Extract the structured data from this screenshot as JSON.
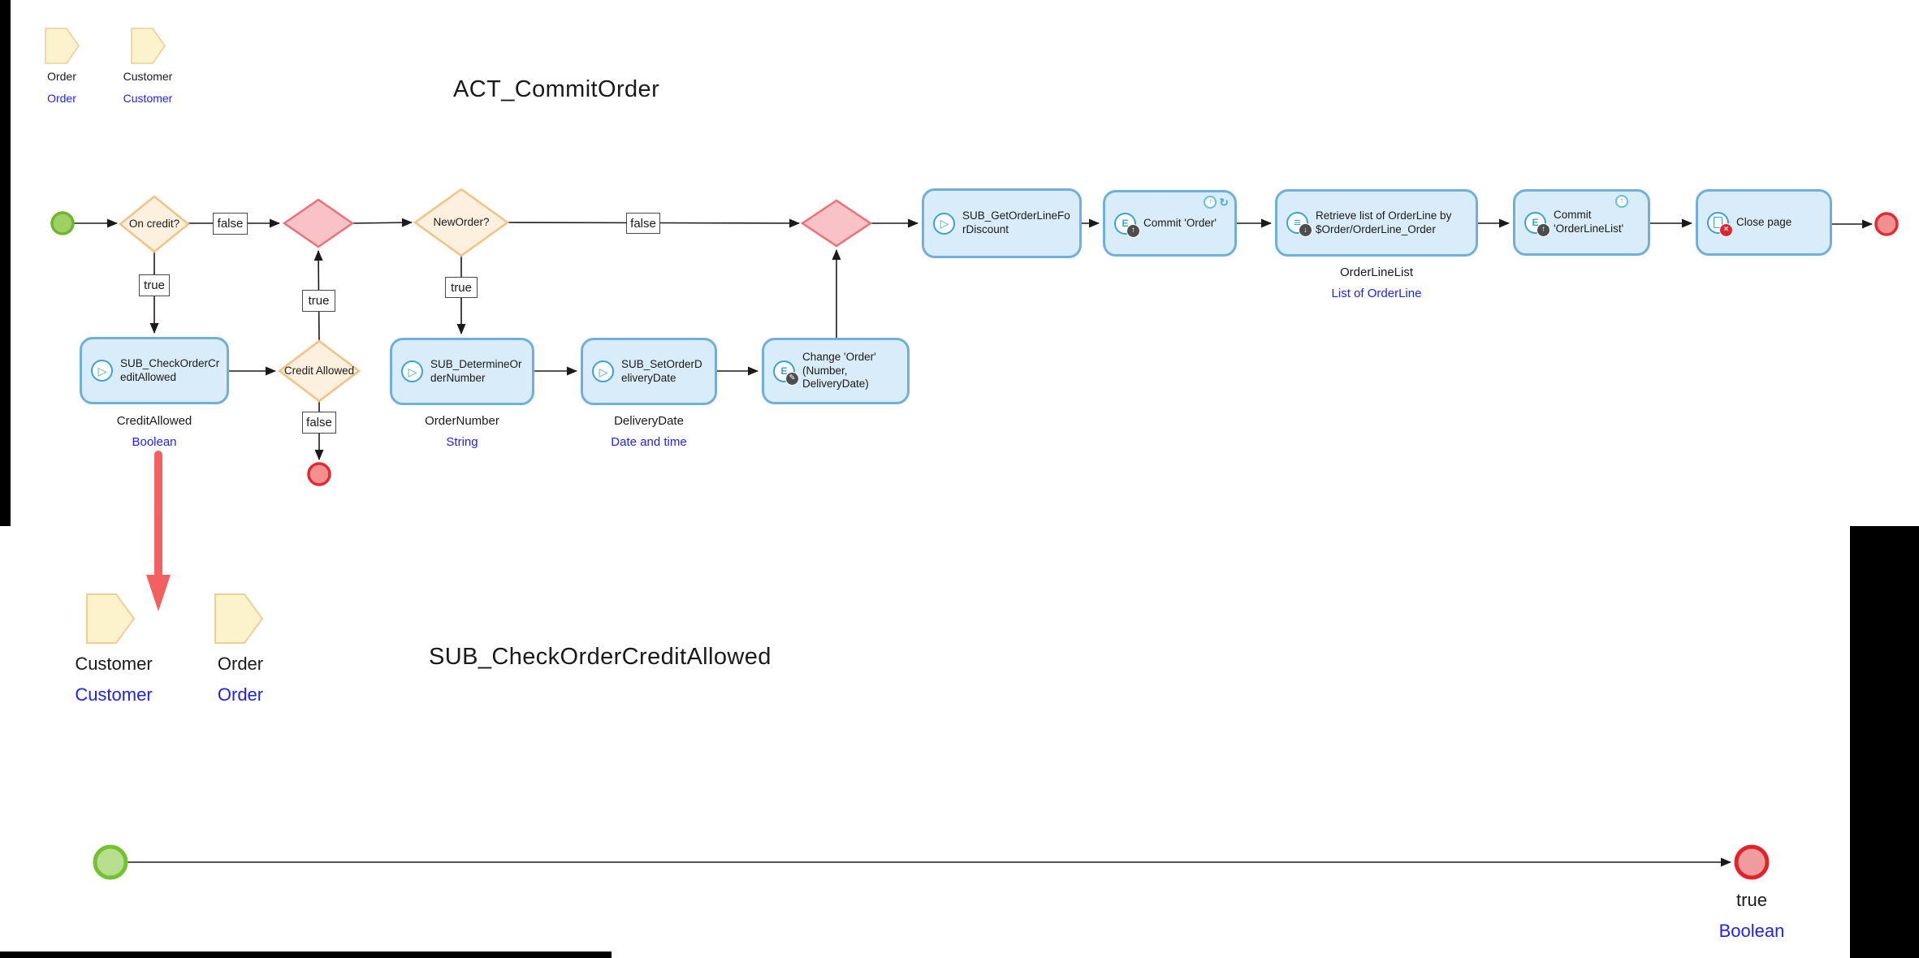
{
  "titles": {
    "top": "ACT_CommitOrder",
    "bottom": "SUB_CheckOrderCreditAllowed"
  },
  "icons": {
    "microflow_call": "▷",
    "entity": "E",
    "list": "≡",
    "arrow_up": "↑",
    "arrow_down": "↓",
    "pencil": "✎",
    "close_x": "✕",
    "refresh": "↻",
    "green_up": "↑"
  },
  "colors": {
    "line": "#1a1a1a",
    "activity_fill": "#D9ECF9",
    "activity_border": "#70AFDB",
    "decision_fill": "#FDF0DE",
    "decision_border": "#F3C183",
    "merge_fill": "#F8C2C6",
    "merge_border": "#ED7078",
    "start_fill": "#9ED161",
    "start_border": "#6FB52E",
    "end_fill": "#F2908F",
    "end_border": "#E02B30",
    "param_fill": "#FCF2CB",
    "param_border": "#EDCF9A",
    "icon_blue": "#3BA0DB",
    "badge_gray": "#4D4D4D",
    "badge_red": "#E02330",
    "green_arrow": "#7CBD31",
    "type_text": "#2121F3",
    "annotation_arrow": "#F14B4B"
  },
  "top_flow": {
    "parameters": [
      {
        "name": "Order",
        "type": "Order"
      },
      {
        "name": "Customer",
        "type": "Customer"
      }
    ],
    "decisions": {
      "on_credit": "On credit?",
      "new_order": "NewOrder?",
      "credit_allowed": "Credit Allowed"
    },
    "edge_labels": {
      "on_credit_false": "false",
      "on_credit_true": "true",
      "credit_true": "true",
      "credit_false": "false",
      "new_order_true": "true",
      "new_order_false": "false"
    },
    "activities": {
      "sub_check": {
        "label": "SUB_CheckOrderCreditAllowed",
        "caption": {
          "name": "CreditAllowed",
          "type": "Boolean"
        }
      },
      "sub_determine": {
        "label": "SUB_DetermineOrderNumber",
        "caption": {
          "name": "OrderNumber",
          "type": "String"
        }
      },
      "sub_set_delivery": {
        "label": "SUB_SetOrderDeliveryDate",
        "caption": {
          "name": "DeliveryDate",
          "type": "Date and time"
        }
      },
      "change_order": {
        "label": "Change 'Order' (Number, DeliveryDate)"
      },
      "sub_get_orderline": {
        "label": "SUB_GetOrderLineForDiscount"
      },
      "commit_order": {
        "label": "Commit 'Order'"
      },
      "retrieve_orderlines": {
        "label": "Retrieve list of OrderLine by $Order/OrderLine_Order",
        "caption": {
          "name": "OrderLineList",
          "type": "List of OrderLine"
        }
      },
      "commit_orderlinelist": {
        "label": "Commit 'OrderLineList'"
      },
      "close_page": {
        "label": "Close page"
      }
    }
  },
  "bottom_flow": {
    "parameters": [
      {
        "name": "Customer",
        "type": "Customer"
      },
      {
        "name": "Order",
        "type": "Order"
      }
    ],
    "end_caption": {
      "name": "true",
      "type": "Boolean"
    }
  }
}
